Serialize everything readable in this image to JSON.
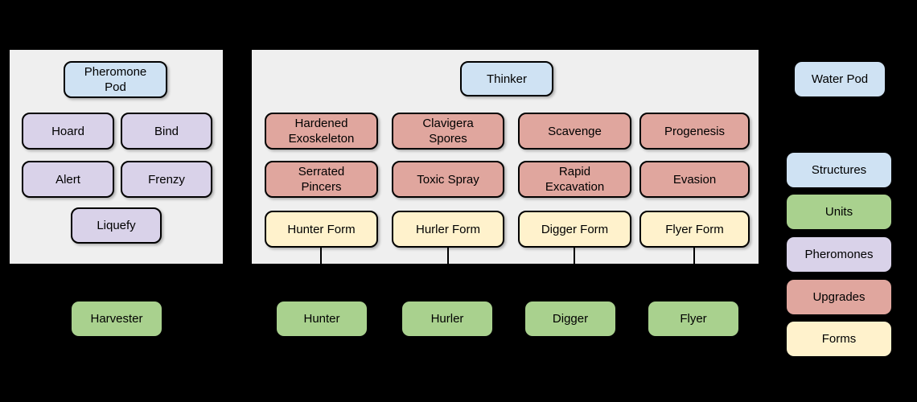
{
  "colors": {
    "background": "#000000",
    "panel": "#efefef",
    "structure": "#cfe2f3",
    "unit": "#a9d18e",
    "pheromone": "#d9d2e9",
    "upgrade": "#e0a69e",
    "form": "#fff2cc",
    "connector": "#000000"
  },
  "left_panel": {
    "structure": {
      "label": "Pheromone\nPod"
    },
    "pheromones": [
      {
        "label": "Hoard"
      },
      {
        "label": "Bind"
      },
      {
        "label": "Alert"
      },
      {
        "label": "Frenzy"
      },
      {
        "label": "Liquefy"
      }
    ]
  },
  "center_panel": {
    "structure": {
      "label": "Thinker"
    },
    "upgrades_row1": [
      {
        "label": "Hardened\nExoskeleton"
      },
      {
        "label": "Clavigera\nSpores"
      },
      {
        "label": "Scavenge"
      },
      {
        "label": "Progenesis"
      }
    ],
    "upgrades_row2": [
      {
        "label": "Serrated\nPincers"
      },
      {
        "label": "Toxic Spray"
      },
      {
        "label": "Rapid\nExcavation"
      },
      {
        "label": "Evasion"
      }
    ],
    "forms": [
      {
        "label": "Hunter Form"
      },
      {
        "label": "Hurler Form"
      },
      {
        "label": "Digger Form"
      },
      {
        "label": "Flyer Form"
      }
    ]
  },
  "units": [
    {
      "label": "Harvester"
    },
    {
      "label": "Hunter"
    },
    {
      "label": "Hurler"
    },
    {
      "label": "Digger"
    },
    {
      "label": "Flyer"
    }
  ],
  "water_pod": {
    "label": "Water Pod"
  },
  "legend": [
    {
      "label": "Structures",
      "color": "#cfe2f3"
    },
    {
      "label": "Units",
      "color": "#a9d18e"
    },
    {
      "label": "Pheromones",
      "color": "#d9d2e9"
    },
    {
      "label": "Upgrades",
      "color": "#e0a69e"
    },
    {
      "label": "Forms",
      "color": "#fff2cc"
    }
  ]
}
